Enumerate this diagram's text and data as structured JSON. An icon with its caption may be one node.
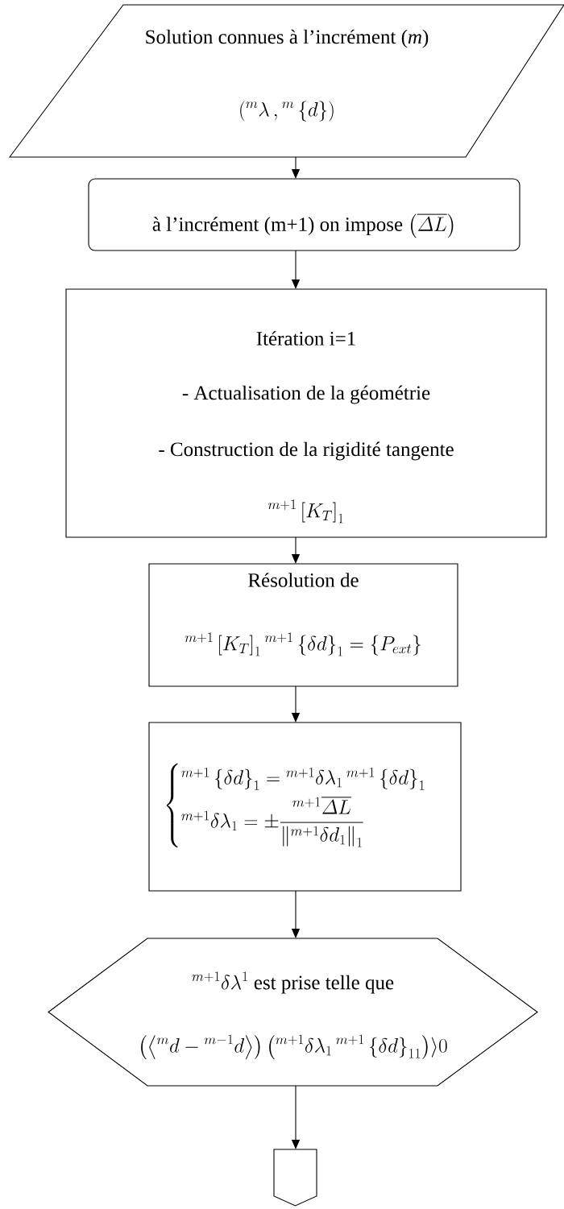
{
  "diagram": {
    "nodes": [
      {
        "text": [
          "Solution connues à l’incrément (*m*)",
          "\\left({}^{m}\\lambda\\,,{}^{m}\\left\\{d\\right\\}\\right)"
        ]
      },
      {
        "text": [
          "à l’incrément (m+1) on impose",
          "\\left(\\overline{\\varDelta L}\\right)"
        ]
      },
      {
        "text": [
          "Itération i=1",
          "- Actualisation de la géométrie",
          "- Construction de la rigidité tangente",
          "{}^{m+1}\\left[K_{T}\\right]_{1}"
        ]
      },
      {
        "text": [
          "Résolution de",
          "{}^{m+1}\\left[K_{T}\\right]_{1}{}^{m+1}\\left\\{\\delta d\\right\\}_{1}=\\left\\{P_{ext}\\right\\}"
        ]
      },
      {
        "text": [
          "\\begin{cases}{}^{m+1}\\left\\{\\delta d\\right\\}_{1}={}^{m+1}\\delta\\lambda_{1}\\,{}^{m+1}\\left\\{\\delta d\\right\\}_{1}\\\\[4pt] {}^{m+1}\\delta\\lambda_{1}=\\pm\\dfrac{{}^{m+1}\\overline{\\varDelta L}}{\\left\\|{}^{m+1}\\delta d_{1}\\right\\|_{1}}\\end{cases}"
        ]
      },
      {
        "text": [
          "{}^{m+1}\\delta\\lambda^{1}",
          "est prise telle que",
          "\\left(\\left\\langle{}^{m}d-{}^{m-1}d\\right\\rangle\\right)\\left({}^{m+1}\\delta\\lambda_{1}\\,{}^{m+1}\\left\\{\\delta d\\right\\}_{11}\\right)\\rangle 0"
        ]
      },
      {
        "text": [],
        "shape": "pentagon"
      }
    ],
    "edges": [
      {
        "from": 0,
        "to": 1,
        "arrow": "to"
      },
      {
        "from": 1,
        "to": 2,
        "arrow": "to"
      },
      {
        "from": 2,
        "to": 3,
        "arrow": "to"
      },
      {
        "from": 3,
        "to": 4,
        "arrow": "to"
      },
      {
        "from": 4,
        "to": 5,
        "arrow": "to"
      },
      {
        "from": 5,
        "to": 6,
        "arrow": "to"
      }
    ]
  }
}
